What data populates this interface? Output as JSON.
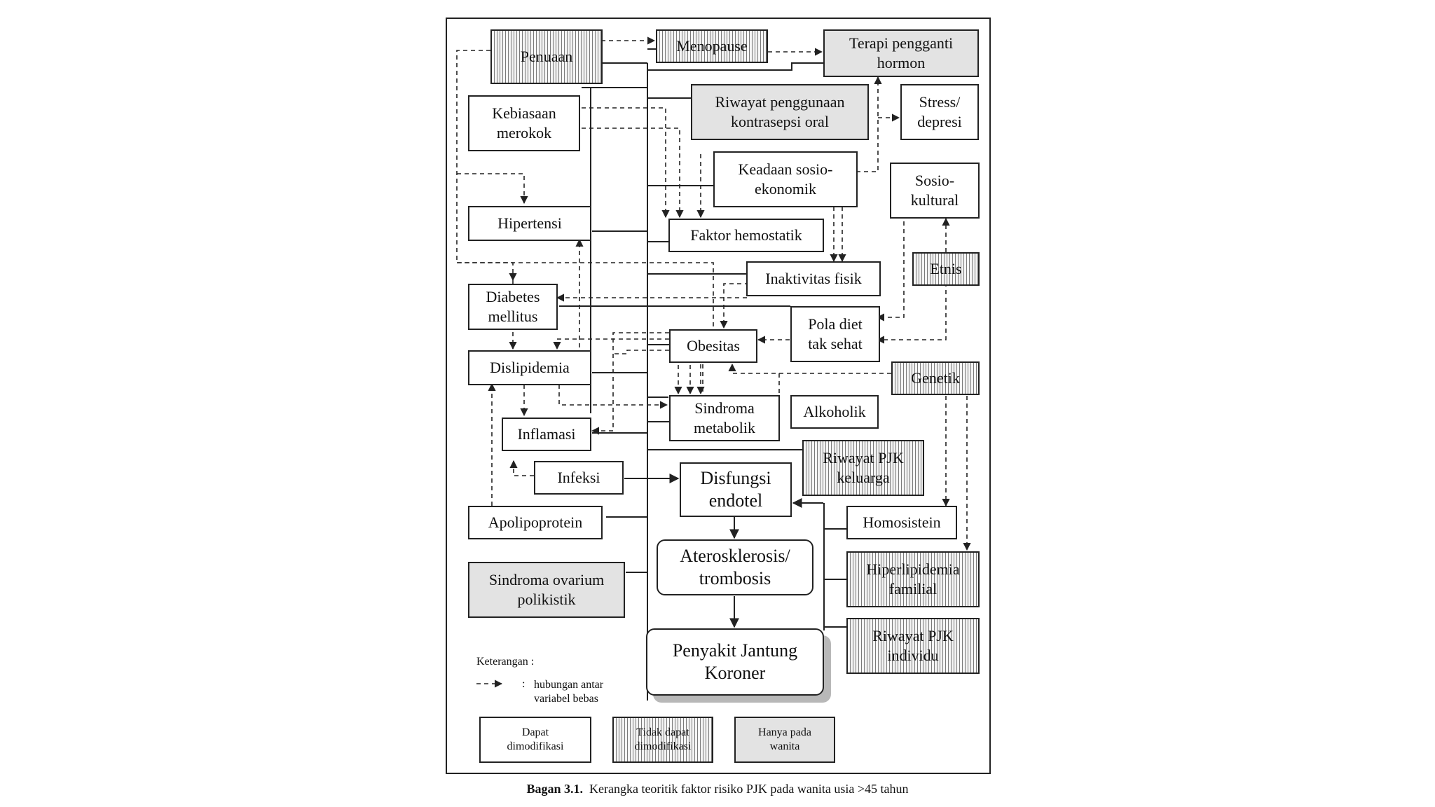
{
  "nodes": {
    "penuaan": "Penuaan",
    "menopause": "Menopause",
    "terapi": "Terapi pengganti\nhormon",
    "kebiasaan": "Kebiasaan\nmerokok",
    "riwayat_kontrasepsi": "Riwayat penggunaan\nkontrasepsi oral",
    "stress": "Stress/\ndepresi",
    "sosioekonomik": "Keadaan sosio-\nekonomik",
    "sosiokultural": "Sosio-\nkultural",
    "hipertensi": "Hipertensi",
    "hemostatik": "Faktor hemostatik",
    "etnis": "Etnis",
    "inaktivitas": "Inaktivitas fisik",
    "diabetes": "Diabetes\nmellitus",
    "pola_diet": "Pola diet\ntak sehat",
    "obesitas": "Obesitas",
    "dislipidemia": "Dislipidemia",
    "genetik": "Genetik",
    "sindroma_metabolik": "Sindroma\nmetabolik",
    "alkoholik": "Alkoholik",
    "inflamasi": "Inflamasi",
    "riwayat_pjk_keluarga": "Riwayat PJK\nkeluarga",
    "infeksi": "Infeksi",
    "disfungsi": "Disfungsi\nendotel",
    "apolipoprotein": "Apolipoprotein",
    "homosistein": "Homosistein",
    "aterosklerosis": "Aterosklerosis/\ntrombosis",
    "hiperlipidemia": "Hiperlipidemia\nfamilial",
    "sindroma_ovarium": "Sindroma ovarium\npolikistik",
    "pjk": "Penyakit Jantung\nKoroner",
    "riwayat_pjk_individu": "Riwayat PJK\nindividu"
  },
  "legend": {
    "title": "Keterangan :",
    "colon": ":",
    "arrow_desc": "hubungan antar\nvariabel bebas",
    "modifiable": "Dapat\ndimodifikasi",
    "nonmodifiable": "Tidak dapat\ndimodifikasi",
    "women_only": "Hanya pada\nwanita"
  },
  "caption": {
    "label": "Bagan  3.1.",
    "text": "Kerangka teoritik faktor risiko PJK pada wanita usia >45 tahun"
  },
  "colors": {
    "line": "#222222",
    "women_fill": "#e3e3e3",
    "hatch": "#7a7a7a",
    "shadow": "#b8b8b8"
  }
}
